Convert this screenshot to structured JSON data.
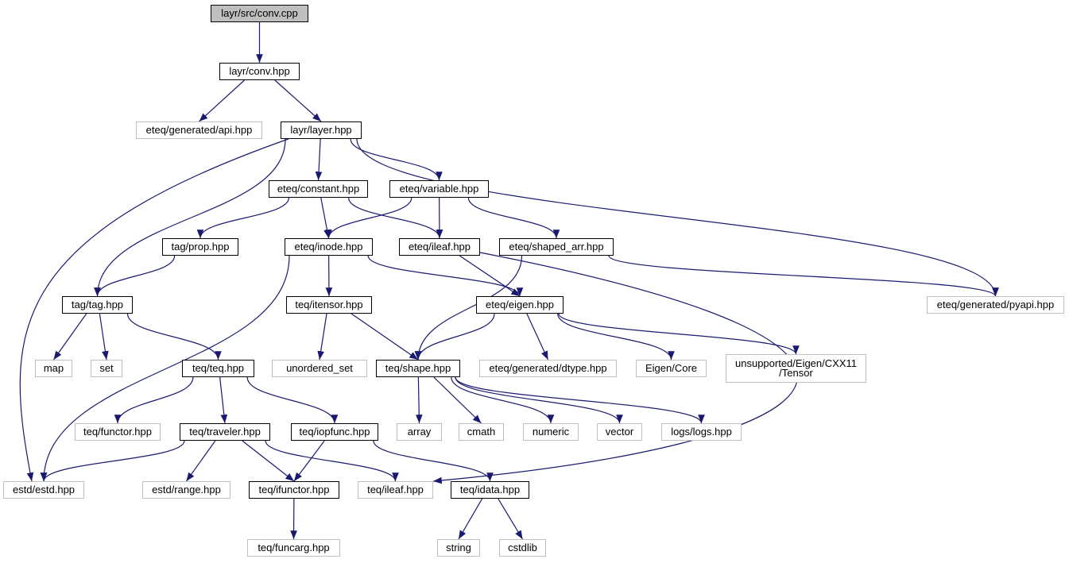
{
  "colors": {
    "edge": "#191970",
    "local_border": "#000000",
    "external_border": "#bfbfbf",
    "root_fill": "#bfbfbf"
  },
  "nodes": [
    {
      "id": "conv_cpp",
      "label": "layr/src/conv.cpp",
      "kind": "root"
    },
    {
      "id": "conv_hpp",
      "label": "layr/conv.hpp",
      "kind": "local"
    },
    {
      "id": "gen_api",
      "label": "eteq/generated/api.hpp",
      "kind": "external"
    },
    {
      "id": "layer_hpp",
      "label": "layr/layer.hpp",
      "kind": "local"
    },
    {
      "id": "constant_hpp",
      "label": "eteq/constant.hpp",
      "kind": "local"
    },
    {
      "id": "variable_hpp",
      "label": "eteq/variable.hpp",
      "kind": "local"
    },
    {
      "id": "prop_hpp",
      "label": "tag/prop.hpp",
      "kind": "local"
    },
    {
      "id": "inode_hpp",
      "label": "eteq/inode.hpp",
      "kind": "local"
    },
    {
      "id": "eteq_ileaf",
      "label": "eteq/ileaf.hpp",
      "kind": "local"
    },
    {
      "id": "shaped_arr",
      "label": "eteq/shaped_arr.hpp",
      "kind": "local"
    },
    {
      "id": "tag_hpp",
      "label": "tag/tag.hpp",
      "kind": "local"
    },
    {
      "id": "itensor_hpp",
      "label": "teq/itensor.hpp",
      "kind": "local"
    },
    {
      "id": "eigen_hpp",
      "label": "eteq/eigen.hpp",
      "kind": "local"
    },
    {
      "id": "pyapi",
      "label": "eteq/generated/pyapi.hpp",
      "kind": "external"
    },
    {
      "id": "map",
      "label": "map",
      "kind": "external"
    },
    {
      "id": "set",
      "label": "set",
      "kind": "external"
    },
    {
      "id": "teq_hpp",
      "label": "teq/teq.hpp",
      "kind": "local"
    },
    {
      "id": "unordered_set",
      "label": "unordered_set",
      "kind": "external"
    },
    {
      "id": "shape_hpp",
      "label": "teq/shape.hpp",
      "kind": "local"
    },
    {
      "id": "dtype",
      "label": "eteq/generated/dtype.hpp",
      "kind": "external"
    },
    {
      "id": "eigen_core",
      "label": "Eigen/Core",
      "kind": "external"
    },
    {
      "id": "tensor",
      "label": "unsupported/Eigen/CXX11\n/Tensor",
      "kind": "external"
    },
    {
      "id": "functor_hpp",
      "label": "teq/functor.hpp",
      "kind": "external"
    },
    {
      "id": "traveler_hpp",
      "label": "teq/traveler.hpp",
      "kind": "local"
    },
    {
      "id": "iopfunc_hpp",
      "label": "teq/iopfunc.hpp",
      "kind": "local"
    },
    {
      "id": "array",
      "label": "array",
      "kind": "external"
    },
    {
      "id": "cmath",
      "label": "cmath",
      "kind": "external"
    },
    {
      "id": "numeric",
      "label": "numeric",
      "kind": "external"
    },
    {
      "id": "vector",
      "label": "vector",
      "kind": "external"
    },
    {
      "id": "logs_hpp",
      "label": "logs/logs.hpp",
      "kind": "external"
    },
    {
      "id": "estd_hpp",
      "label": "estd/estd.hpp",
      "kind": "external"
    },
    {
      "id": "range_hpp",
      "label": "estd/range.hpp",
      "kind": "external"
    },
    {
      "id": "ifunctor_hpp",
      "label": "teq/ifunctor.hpp",
      "kind": "local"
    },
    {
      "id": "teq_ileaf",
      "label": "teq/ileaf.hpp",
      "kind": "external"
    },
    {
      "id": "idata_hpp",
      "label": "teq/idata.hpp",
      "kind": "local"
    },
    {
      "id": "funcarg_hpp",
      "label": "teq/funcarg.hpp",
      "kind": "external"
    },
    {
      "id": "string",
      "label": "string",
      "kind": "external"
    },
    {
      "id": "cstdlib",
      "label": "cstdlib",
      "kind": "external"
    }
  ],
  "edges": [
    [
      "conv_cpp",
      "conv_hpp"
    ],
    [
      "conv_hpp",
      "gen_api"
    ],
    [
      "conv_hpp",
      "layer_hpp"
    ],
    [
      "layer_hpp",
      "constant_hpp"
    ],
    [
      "layer_hpp",
      "variable_hpp"
    ],
    [
      "layer_hpp",
      "tag_hpp"
    ],
    [
      "layer_hpp",
      "estd_hpp"
    ],
    [
      "layer_hpp",
      "pyapi"
    ],
    [
      "constant_hpp",
      "prop_hpp"
    ],
    [
      "constant_hpp",
      "inode_hpp"
    ],
    [
      "constant_hpp",
      "eteq_ileaf"
    ],
    [
      "variable_hpp",
      "inode_hpp"
    ],
    [
      "variable_hpp",
      "eteq_ileaf"
    ],
    [
      "variable_hpp",
      "shaped_arr"
    ],
    [
      "prop_hpp",
      "tag_hpp"
    ],
    [
      "inode_hpp",
      "itensor_hpp"
    ],
    [
      "inode_hpp",
      "eigen_hpp"
    ],
    [
      "inode_hpp",
      "estd_hpp"
    ],
    [
      "eteq_ileaf",
      "eigen_hpp"
    ],
    [
      "eteq_ileaf",
      "teq_ileaf"
    ],
    [
      "shaped_arr",
      "pyapi"
    ],
    [
      "shaped_arr",
      "shape_hpp"
    ],
    [
      "tag_hpp",
      "map"
    ],
    [
      "tag_hpp",
      "set"
    ],
    [
      "tag_hpp",
      "teq_hpp"
    ],
    [
      "itensor_hpp",
      "unordered_set"
    ],
    [
      "itensor_hpp",
      "shape_hpp"
    ],
    [
      "eigen_hpp",
      "shape_hpp"
    ],
    [
      "eigen_hpp",
      "dtype"
    ],
    [
      "eigen_hpp",
      "eigen_core"
    ],
    [
      "eigen_hpp",
      "tensor"
    ],
    [
      "teq_hpp",
      "functor_hpp"
    ],
    [
      "teq_hpp",
      "traveler_hpp"
    ],
    [
      "teq_hpp",
      "iopfunc_hpp"
    ],
    [
      "shape_hpp",
      "array"
    ],
    [
      "shape_hpp",
      "cmath"
    ],
    [
      "shape_hpp",
      "numeric"
    ],
    [
      "shape_hpp",
      "vector"
    ],
    [
      "shape_hpp",
      "logs_hpp"
    ],
    [
      "traveler_hpp",
      "estd_hpp"
    ],
    [
      "traveler_hpp",
      "range_hpp"
    ],
    [
      "traveler_hpp",
      "ifunctor_hpp"
    ],
    [
      "traveler_hpp",
      "teq_ileaf"
    ],
    [
      "iopfunc_hpp",
      "ifunctor_hpp"
    ],
    [
      "iopfunc_hpp",
      "idata_hpp"
    ],
    [
      "ifunctor_hpp",
      "funcarg_hpp"
    ],
    [
      "idata_hpp",
      "string"
    ],
    [
      "idata_hpp",
      "cstdlib"
    ]
  ]
}
